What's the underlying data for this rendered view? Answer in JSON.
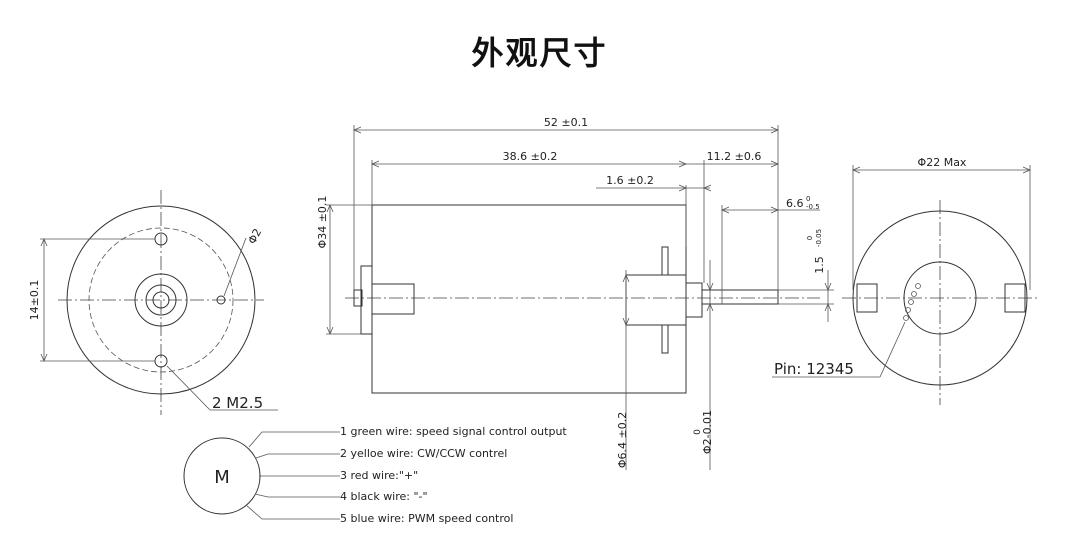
{
  "title": "外观尺寸",
  "front_view": {
    "height_dim": "14±0.1",
    "hole_dim": "Φ2",
    "screw_label": "2 M2.5"
  },
  "side_view": {
    "overall_length": "52 ±0.1",
    "body_length": "38.6 ±0.2",
    "shaft_length": "11.2 ±0.6",
    "boss_length": "1.6 ±0.2",
    "diameter": "Φ34 ±0.1",
    "flat_length": "6.6",
    "flat_tol_upper": "0",
    "flat_tol_lower": "-0.5",
    "flat_width": "1.5",
    "flat_width_tol_upper": "0",
    "flat_width_tol_lower": "-0.05",
    "boss_diameter": "Φ6.4 ±0.2",
    "shaft_diameter": "Φ2-0.01",
    "shaft_diameter_tol": "0"
  },
  "rear_view": {
    "max_diameter": "Φ22 Max",
    "pin_label": "Pin: 12345"
  },
  "wiring": {
    "motor_label": "M",
    "wires": [
      "1 green wire: speed signal control output",
      "2 yelloe wire: CW/CCW contrel",
      "3 red wire:\"+\"",
      "4 black wire: \"-\"",
      "5 blue wire: PWM speed control"
    ]
  }
}
